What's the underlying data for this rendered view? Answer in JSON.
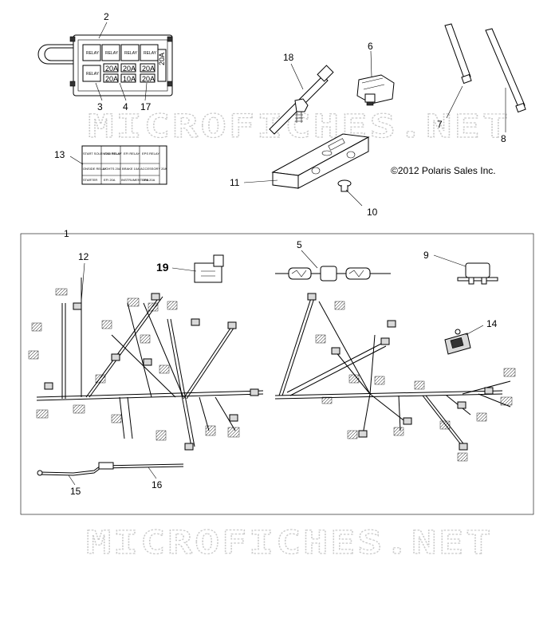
{
  "watermark": "MICROFICHES.NET",
  "copyright": "©2012 Polaris Sales Inc.",
  "callouts": {
    "c1": "1",
    "c2": "2",
    "c3": "3",
    "c4": "4",
    "c5": "5",
    "c6": "6",
    "c7": "7",
    "c8": "8",
    "c9": "9",
    "c10": "10",
    "c11": "11",
    "c12": "12",
    "c13": "13",
    "c14": "14",
    "c15": "15",
    "c16": "16",
    "c17": "17",
    "c18": "18",
    "c19": "19"
  },
  "fuse_box": {
    "relays": [
      "RELAY",
      "RELAY",
      "RELAY",
      "RELAY"
    ],
    "row2": [
      "RELAY",
      "20A",
      "20A",
      "20A"
    ],
    "row3": [
      "",
      "20A",
      "10A",
      "20A"
    ],
    "side": "20A"
  },
  "fuse_label": {
    "r1": [
      "START SOLENOID RELAY",
      "FAN RELAY",
      "EFI RELAY",
      "EPS RELAY"
    ],
    "r2": [
      "ONSIDE RELAY",
      "LIGHTS 20A",
      "BRAKE 10A",
      "ACCESSORY 20A"
    ],
    "r3": [
      "STARTER",
      "EFI 20A",
      "INSTRUMENT 10A",
      "EPS 20A"
    ]
  }
}
